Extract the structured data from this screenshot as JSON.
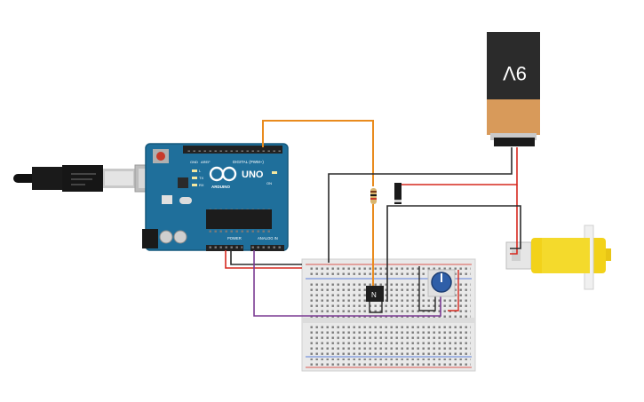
{
  "arduino": {
    "brand": "UNO",
    "maker_logo_text": "ARDUINO",
    "digital_header": "DIGITAL (PWM~)",
    "power_header": "POWER",
    "analog_header": "ANALOG IN",
    "led_labels": [
      "L",
      "TX",
      "RX"
    ],
    "on_label": "ON",
    "aref_label": "AREF",
    "gnd_label": "GND"
  },
  "battery": {
    "label": "9V"
  },
  "transistor": {
    "label": "N"
  },
  "colors": {
    "arduino_board": "#1f6f9b",
    "battery_top": "#2b2b2b",
    "battery_bottom": "#d89a5a",
    "breadboard": "#e9e9e9",
    "motor_body": "#f2d21a",
    "potentiometer": "#2f5fa8",
    "wire_orange": "#e98b1e",
    "wire_red": "#d6281e",
    "wire_black": "#2b2b2b",
    "wire_purple": "#7b3b93"
  }
}
